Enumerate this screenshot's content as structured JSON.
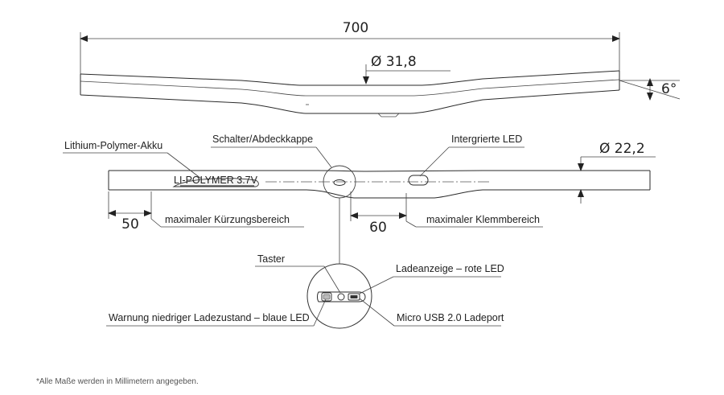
{
  "dimensions": {
    "total_width": "700",
    "clamp_diameter": "Ø 31,8",
    "angle": "6°",
    "bar_diameter": "Ø 22,2",
    "shortening_length": "50",
    "clamp_length": "60"
  },
  "labels": {
    "battery": "Lithium-Polymer-Akku",
    "switch_cap": "Schalter/Abdeckkappe",
    "integrated_led": "Intergrierte LED",
    "max_shortening": "maximaler Kürzungsbereich",
    "max_clamp": "maximaler Klemmbereich",
    "button": "Taster",
    "charge_indicator": "Ladeanzeige – rote LED",
    "low_charge_warning": "Warnung niedriger Ladezustand – blaue LED",
    "usb_port": "Micro USB 2.0 Ladeport",
    "battery_print": "LI-POLYMER 3.7V"
  },
  "footnote": "*Alle Maße werden in Millimetern angegeben."
}
